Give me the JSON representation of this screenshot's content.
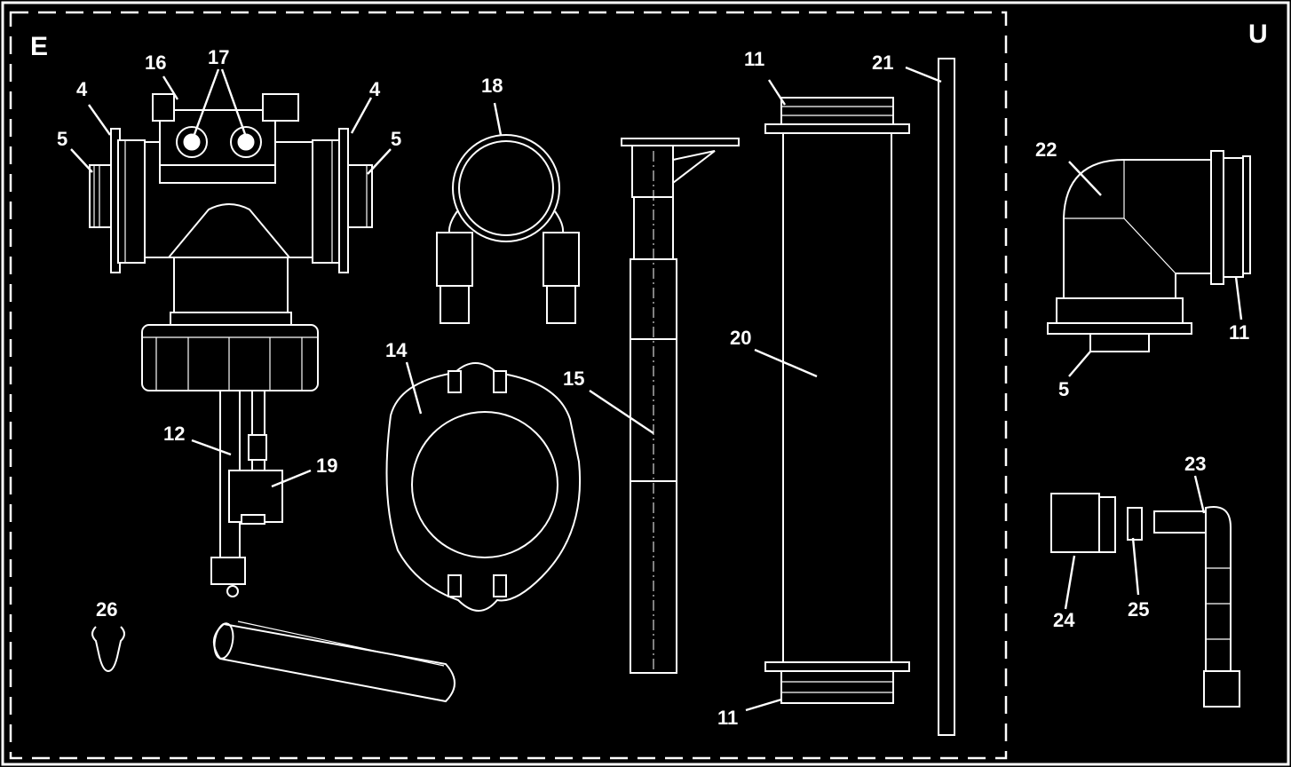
{
  "sections": {
    "left": "E",
    "right": "U"
  },
  "callouts": {
    "c4_left": "4",
    "c5_left": "5",
    "c16": "16",
    "c17": "17",
    "c4_right": "4",
    "c5_right": "5",
    "c18": "18",
    "c11_top": "11",
    "c21": "21",
    "c22": "22",
    "c11_elbow": "11",
    "c20": "20",
    "c14": "14",
    "c15": "15",
    "c5_elbow": "5",
    "c12": "12",
    "c19": "19",
    "c23": "23",
    "c24": "24",
    "c25": "25",
    "c26": "26",
    "c11_bottom": "11"
  }
}
